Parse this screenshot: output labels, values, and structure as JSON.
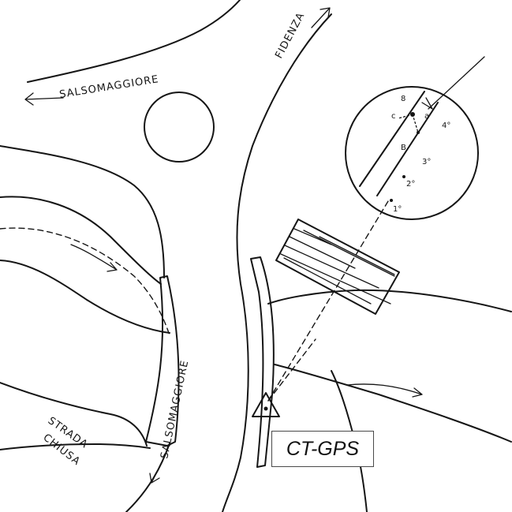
{
  "labels": {
    "salsomaggiore_top": "SALSOMAGGIORE",
    "fidenza": "FIDENZA",
    "salsomaggiore_bottom": "SALSOMAGGIORE",
    "strada": "STRADA",
    "chiusa": "CHIUSA",
    "station": "CT-GPS"
  },
  "circle_marks": {
    "c": "c",
    "a": "a",
    "b": "B",
    "p1": "1°",
    "p2": "2°",
    "p3": "3°",
    "p4": "4°",
    "p8": "8"
  }
}
